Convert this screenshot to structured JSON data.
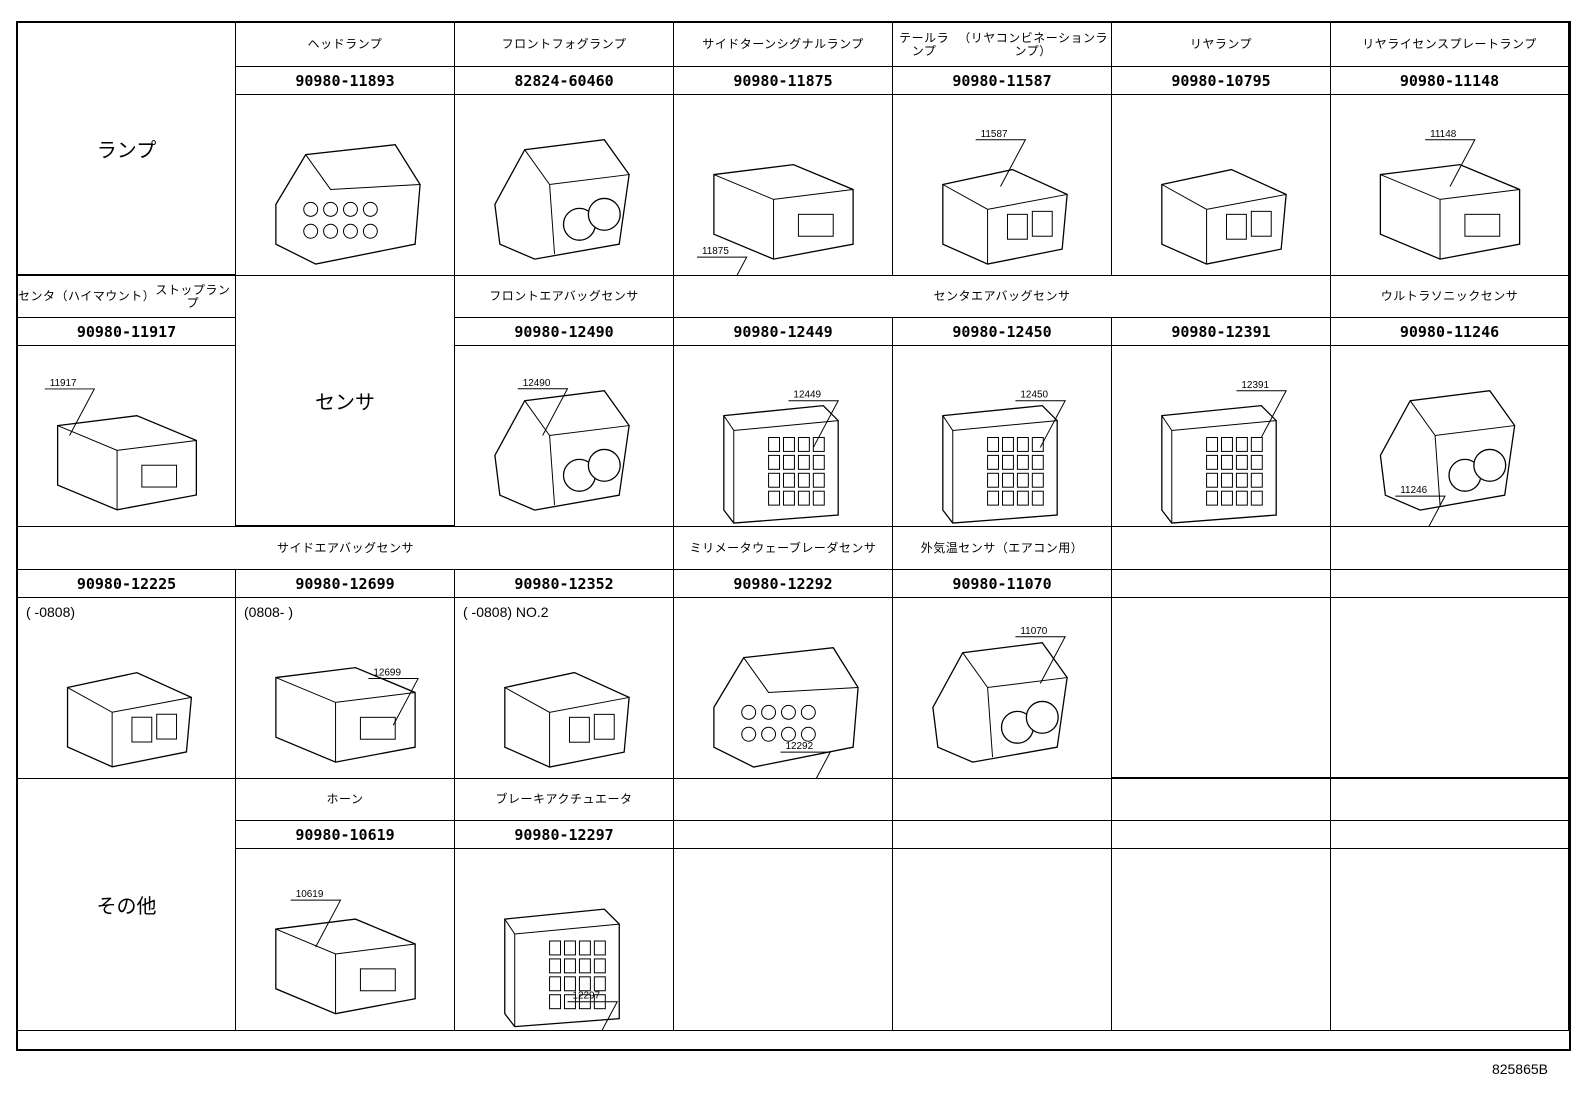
{
  "categories": {
    "lamp": "ランプ",
    "sensor": "センサ",
    "other": "その他"
  },
  "section1": {
    "labels": [
      "ヘッドランプ",
      "フロントフォグランプ",
      "サイドターンシグナルランプ",
      "テールランプ\n（リヤコンビネーションランプ）",
      "リヤランプ",
      "リヤライセンスプレートランプ"
    ],
    "parts": [
      "90980-11893",
      "82824-60460",
      "90980-11875",
      "90980-11587",
      "90980-10795",
      "90980-11148"
    ],
    "callouts": [
      "",
      "",
      "11875",
      "11587",
      "",
      "11148"
    ]
  },
  "section2": {
    "label_center_stop": "センタ（ハイマウント）\nストップランプ",
    "label_front_airbag": "フロントエアバッグセンサ",
    "label_center_airbag": "センタエアバッグセンサ",
    "label_ultrasonic": "ウルトラソニックセンサ",
    "parts": [
      "90980-11917",
      "90980-12490",
      "90980-12449",
      "90980-12450",
      "90980-12391",
      "90980-11246"
    ],
    "callouts": [
      "11917",
      "12490",
      "12449",
      "12450",
      "12391",
      "11246"
    ]
  },
  "section3": {
    "label_side_airbag": "サイドエアバッグセンサ",
    "label_mmwave": "ミリメータウェーブレーダセンサ",
    "label_outside_temp": "外気温センサ（エアコン用）",
    "parts": [
      "90980-12225",
      "90980-12699",
      "90980-12352",
      "90980-12292",
      "90980-11070"
    ],
    "notes": [
      "(       -0808)",
      "(0808-       )",
      "(       -0808)  NO.2"
    ],
    "callouts": [
      "",
      "12699",
      "",
      "12292",
      "11070"
    ]
  },
  "section4": {
    "labels": [
      "ホーン",
      "ブレーキアクチュエータ"
    ],
    "parts": [
      "90980-10619",
      "90980-12297"
    ],
    "callouts": [
      "10619",
      "12297"
    ]
  },
  "figure_id": "825865B"
}
